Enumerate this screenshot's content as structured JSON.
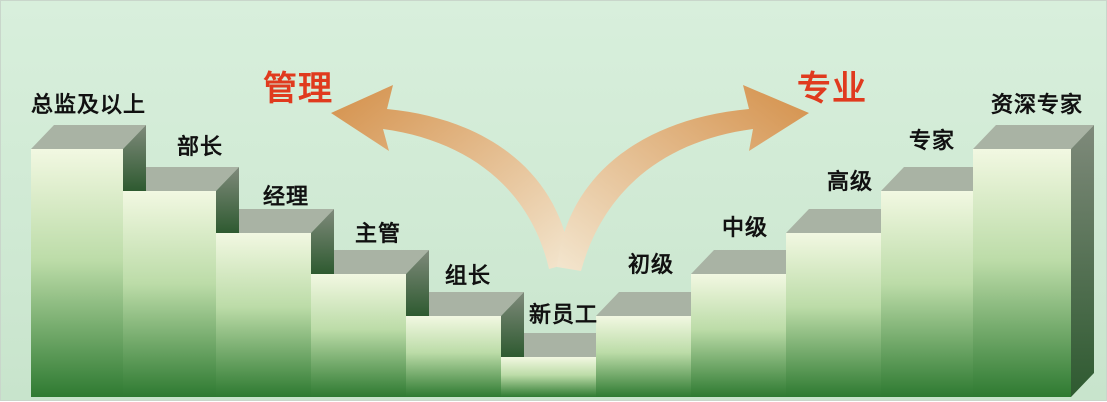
{
  "labels": {
    "management": "管理",
    "professional": "专业",
    "steps": [
      "总监及以上",
      "部长",
      "经理",
      "主管",
      "组长",
      "新员工",
      "初级",
      "中级",
      "高级",
      "专家",
      "资深专家"
    ]
  },
  "colors": {
    "background": "#d4ecd8",
    "accent_text": "#e03a1e",
    "arrow": "#d99a5a",
    "step_front_top": "#eef6dd",
    "step_front_bottom": "#2f7a32",
    "step_top": "#9aa596",
    "step_side": "#6e7a6a"
  }
}
